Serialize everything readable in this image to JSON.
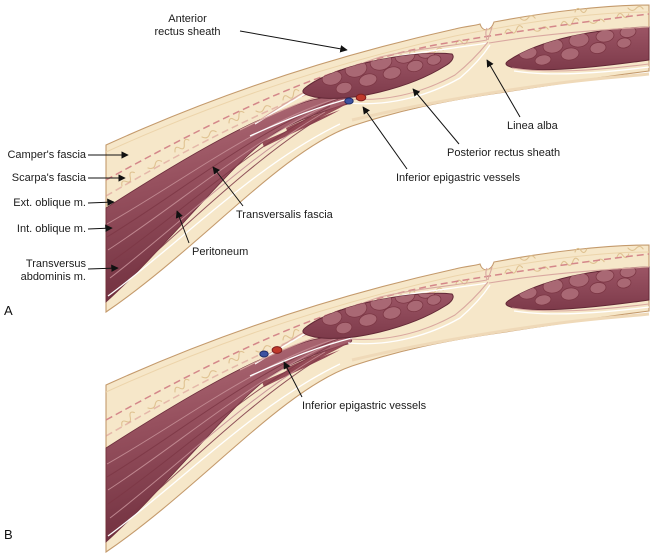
{
  "figure": {
    "description": "Cross-sections of the anterior abdominal wall above (A) and below (B) the arcuate line"
  },
  "panels": [
    {
      "id": "A",
      "letter": "A",
      "labels": {
        "anterior_rectus_sheath_1": "Anterior",
        "anterior_rectus_sheath_2": "rectus sheath",
        "linea_alba": "Linea alba",
        "posterior_rectus_sheath": "Posterior rectus sheath",
        "inferior_epigastric_vessels": "Inferior epigastric vessels",
        "campers_fascia": "Camper's fascia",
        "scarpas_fascia": "Scarpa's fascia",
        "ext_oblique": "Ext. oblique m.",
        "int_oblique": "Int. oblique m.",
        "transversus_abdominis_1": "Transversus",
        "transversus_abdominis_2": "abdominis m.",
        "transversalis_fascia": "Transversalis fascia",
        "peritoneum": "Peritoneum"
      }
    },
    {
      "id": "B",
      "letter": "B",
      "labels": {
        "inferior_epigastric_vessels": "Inferior epigastric vessels"
      }
    }
  ],
  "colors": {
    "fat": "#f6e7c9",
    "fat_outline": "#c49a6c",
    "fascia_dashed_line": "#d4878a",
    "muscle_dark": "#6e2e3d",
    "muscle_light": "#b87680",
    "rectus_fill": "#8e4456",
    "vessel_red": "#c0392b",
    "vessel_blue": "#3d52a0",
    "label_text": "#1b1b1b"
  }
}
